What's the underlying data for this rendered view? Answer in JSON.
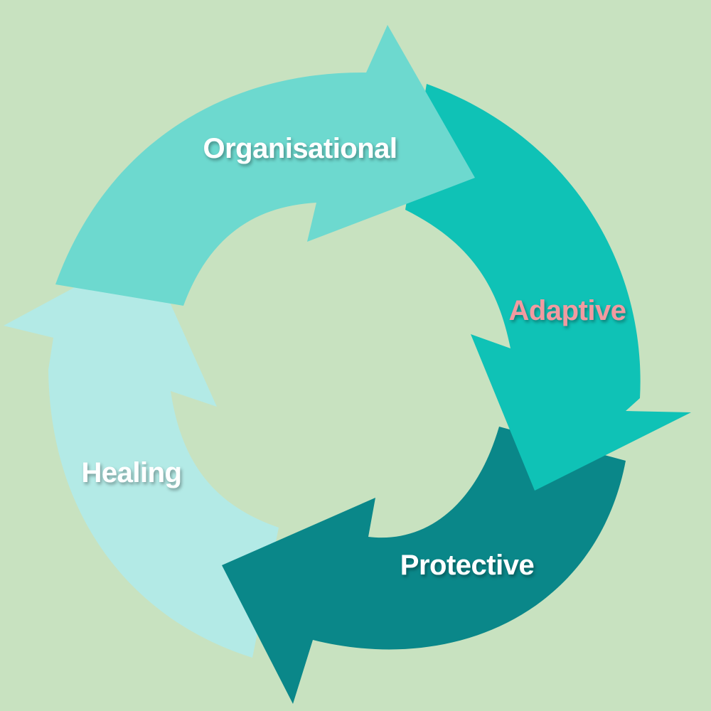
{
  "diagram": {
    "type": "cycle",
    "background": "#c8e2c0",
    "segments": [
      {
        "id": "organisational",
        "label": "Organisational",
        "fill": "#6dd9cf",
        "text_color": "#ffffff"
      },
      {
        "id": "adaptive",
        "label": "Adaptive",
        "fill": "#0fc2b6",
        "text_color": "#f29aa0"
      },
      {
        "id": "protective",
        "label": "Protective",
        "fill": "#0a8789",
        "text_color": "#ffffff"
      },
      {
        "id": "healing",
        "label": "Healing",
        "fill": "#b3eae6",
        "text_color": "#ffffff"
      }
    ]
  }
}
